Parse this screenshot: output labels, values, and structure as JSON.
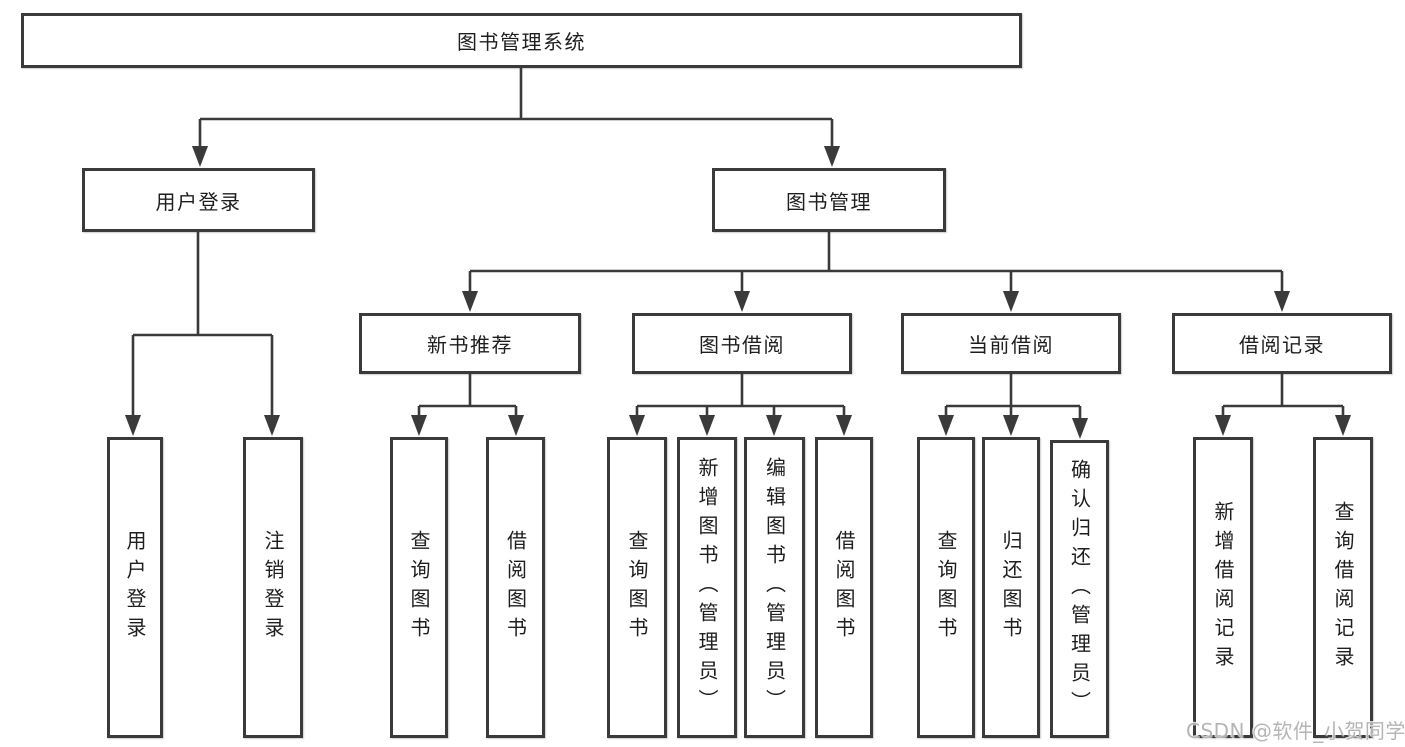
{
  "diagram": {
    "root": {
      "label": "图书管理系统"
    },
    "branches": [
      {
        "label": "用户登录",
        "children": [
          {
            "label": "用户登录"
          },
          {
            "label": "注销登录"
          }
        ]
      },
      {
        "label": "图书管理",
        "children": [
          {
            "label": "新书推荐",
            "children": [
              {
                "label": "查询图书"
              },
              {
                "label": "借阅图书"
              }
            ]
          },
          {
            "label": "图书借阅",
            "children": [
              {
                "label": "查询图书"
              },
              {
                "label": "新增图书（管理员）"
              },
              {
                "label": "编辑图书（管理员）"
              },
              {
                "label": "借阅图书"
              }
            ]
          },
          {
            "label": "当前借阅",
            "children": [
              {
                "label": "查询图书"
              },
              {
                "label": "归还图书"
              },
              {
                "label": "确认归还（管理员）"
              }
            ]
          },
          {
            "label": "借阅记录",
            "children": [
              {
                "label": "新增借阅记录"
              },
              {
                "label": "查询借阅记录"
              }
            ]
          }
        ]
      }
    ]
  },
  "watermark": {
    "text": "CSDN @软件_小贺同学"
  },
  "colors": {
    "line": "#3a3a3a",
    "text": "#1e1e1e",
    "watermark_gray": "#b5b5b5",
    "background": "#ffffff"
  }
}
